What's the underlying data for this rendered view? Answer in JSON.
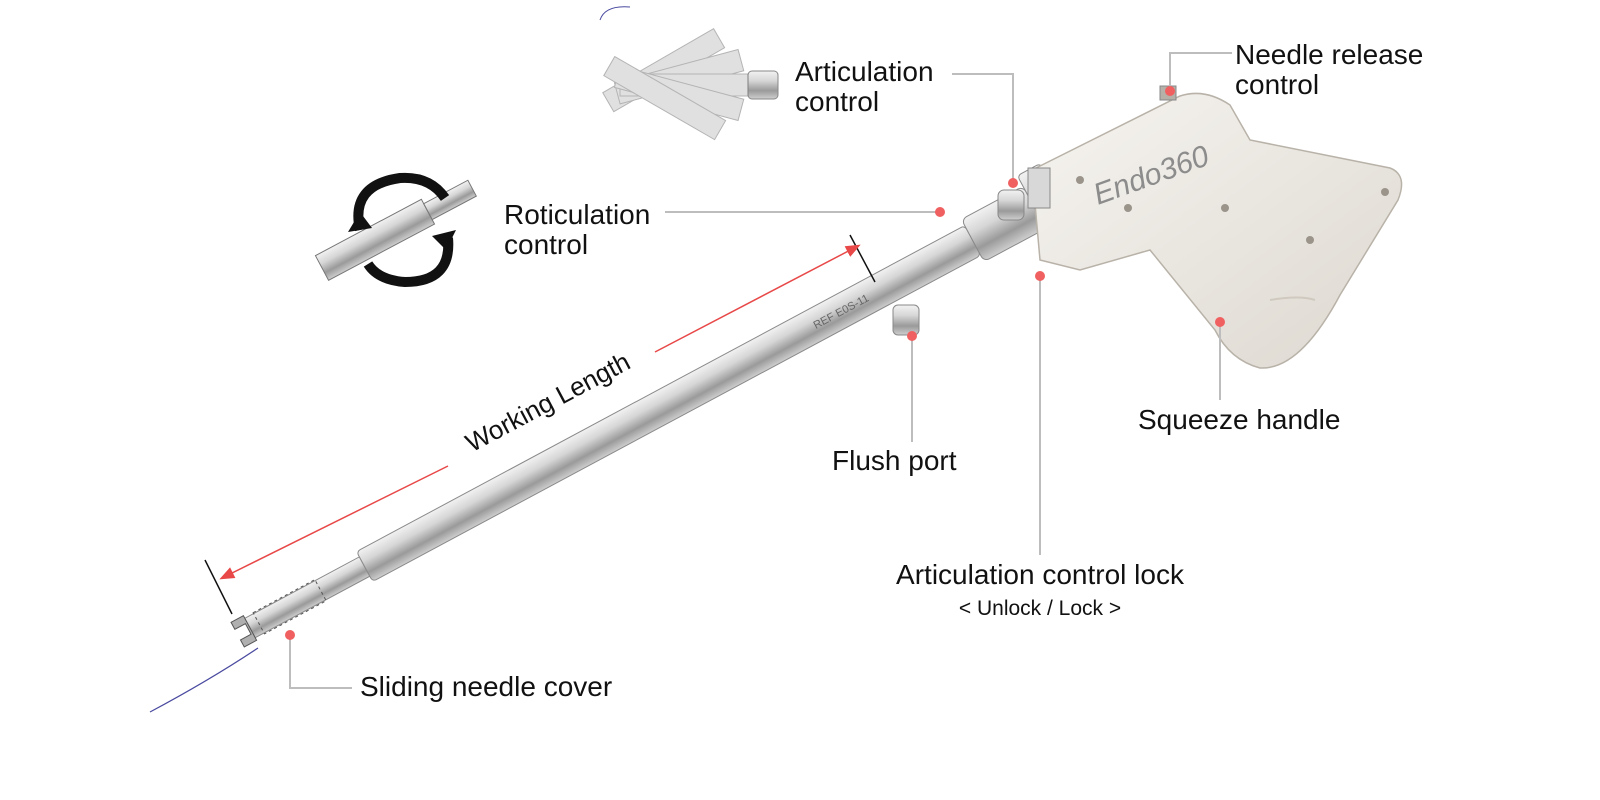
{
  "product": {
    "brand_name": "Endo360",
    "shaft_marking": "REF E0S-11"
  },
  "callouts": {
    "needle_release": {
      "line1": "Needle release",
      "line2": "control"
    },
    "articulation": {
      "line1": "Articulation",
      "line2": "control"
    },
    "roticulation": {
      "line1": "Roticulation",
      "line2": "control"
    },
    "squeeze_handle": {
      "text": "Squeeze handle"
    },
    "flush_port": {
      "text": "Flush port"
    },
    "articulation_lock": {
      "text": "Articulation control lock",
      "sub": "< Unlock / Lock >"
    },
    "sliding_cover": {
      "text": "Sliding needle cover"
    },
    "working_length": {
      "text": "Working Length"
    }
  },
  "colors": {
    "marker": "#f06060",
    "leader": "#bdbdbd",
    "dimension": "#e84848",
    "handle": "#ece8e2",
    "steel": "#c9c9c9"
  }
}
